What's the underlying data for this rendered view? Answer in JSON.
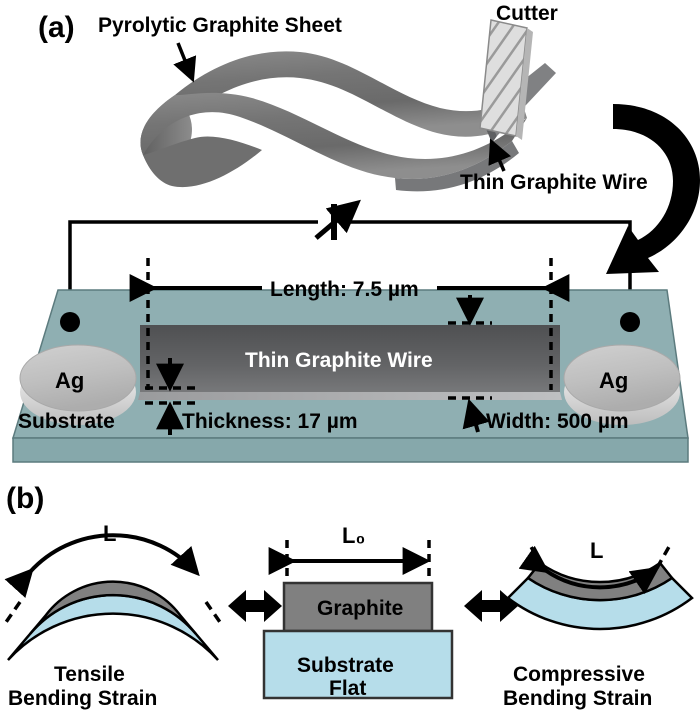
{
  "figure": {
    "panels": [
      {
        "id": "a",
        "label": "(a)"
      },
      {
        "id": "b",
        "label": "(b)"
      }
    ]
  },
  "panel_a": {
    "labels": {
      "sheet": "Pyrolytic Graphite Sheet",
      "cutter": "Cutter",
      "thin_wire_callout": "Thin Graphite Wire",
      "length": "Length: 7.5 µm",
      "thickness": "Thickness: 17 µm",
      "width": "Width: 500 µm",
      "substrate": "Substrate",
      "device_wire": "Thin Graphite Wire",
      "electrode_left": "Ag",
      "electrode_right": "Ag"
    },
    "measurements": {
      "length_value": "7.5",
      "length_unit": "µm",
      "thickness_value": "17",
      "thickness_unit": "µm",
      "width_value": "500",
      "width_unit": "µm"
    },
    "icons": {
      "sheet_arrow": "down-arrow-icon",
      "wire_arrow": "up-arrow-icon",
      "process_arrow": "curved-rotation-arrow-icon",
      "source_meter": "variable-source-meter-icon"
    }
  },
  "panel_b": {
    "states": [
      {
        "id": "tensile",
        "title_line1": "Tensile",
        "title_line2": "Bending Strain",
        "length_label": "L"
      },
      {
        "id": "flat",
        "title_line1": "Flat",
        "title_line2": "",
        "length_label": "L₀"
      },
      {
        "id": "compressive",
        "title_line1": "Compressive",
        "title_line2": "Bending Strain",
        "length_label": "L"
      }
    ],
    "flat_layers": {
      "graphite": "Graphite",
      "substrate": "Substrate"
    },
    "icons": {
      "left_double_arrow": "double-headed-arrow-icon",
      "right_double_arrow": "double-headed-arrow-icon"
    }
  },
  "colors": {
    "substrate_top": "#8FAFB2",
    "substrate_front": "#86A8AB",
    "substrate_side": "#6E9195",
    "graphite_dark": "#58595B",
    "graphite_mid": "#6D6E70",
    "silver_pad": "#C2C2C2",
    "silver_edge": "#E8E8E8",
    "blue_substrate": "#B6DDEA",
    "gray_graphite": "#808080",
    "cutter_hatch": "#D4D4D4",
    "outline": "#333333"
  }
}
